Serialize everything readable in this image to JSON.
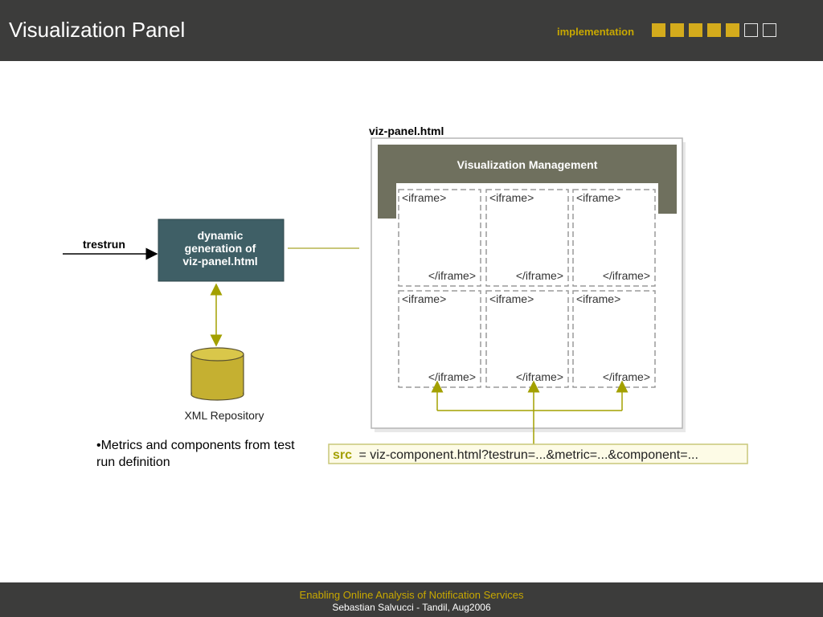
{
  "header": {
    "title": "Visualization Panel",
    "section_label": "implementation",
    "progress": {
      "filled": 5,
      "total": 7
    }
  },
  "diagram": {
    "input_label": "trestrun",
    "generator_lines": [
      "dynamic",
      "generation of",
      "viz-panel.html"
    ],
    "repository_label": "XML Repository",
    "panel_title": "viz-panel.html",
    "management_label": "Visualization Management",
    "iframe_open": "<iframe>",
    "iframe_close": "</iframe>",
    "src_keyword": "src",
    "src_rest": "= viz-component.html?testrun=...&metric=...&component=..."
  },
  "bullet_text": "•Metrics and components from test run definition",
  "footer": {
    "line1": "Enabling Online Analysis of Notification Services",
    "line2": "Sebastian Salvucci - Tandil,  Aug2006"
  },
  "colors": {
    "header_bg": "#3c3c3b",
    "accent": "#d4ab1c",
    "box_teal": "#3f5f66",
    "olive_line": "#a3a000",
    "management_bg": "#6f705e"
  }
}
